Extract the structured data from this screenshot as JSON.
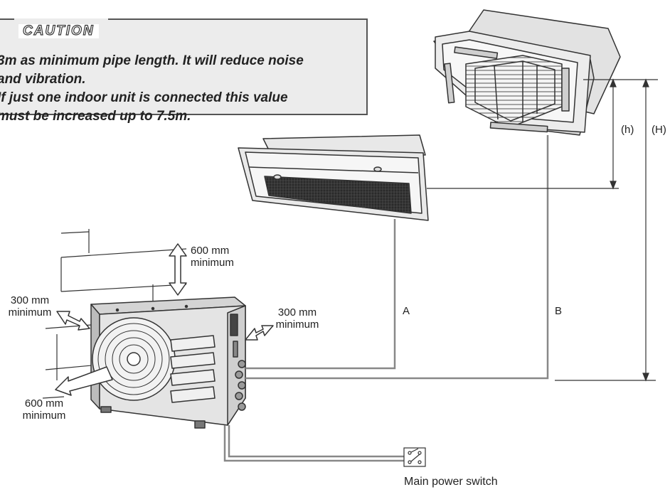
{
  "caution": {
    "title": "CAUTION",
    "lines": [
      "3m as minimum pipe length. It will reduce noise",
      "and vibration.",
      "If just one indoor unit is connected this value",
      "must be increased up to 7.5m."
    ]
  },
  "dimensions": {
    "h_label": "(h)",
    "H_label": "(H)",
    "pipe_a": "A",
    "pipe_b": "B"
  },
  "clearances": {
    "top": {
      "value": "600 mm",
      "note": "minimum"
    },
    "left": {
      "value": "300 mm",
      "note": "minimum"
    },
    "right": {
      "value": "300 mm",
      "note": "minimum"
    },
    "front": {
      "value": "600 mm",
      "note": "minimum"
    }
  },
  "power": {
    "label": "Main power switch"
  },
  "colors": {
    "line": "#333333",
    "box_fill": "#ececec",
    "unit_fill": "#e4e4e4",
    "dark_panel": "#2a2a2a"
  }
}
